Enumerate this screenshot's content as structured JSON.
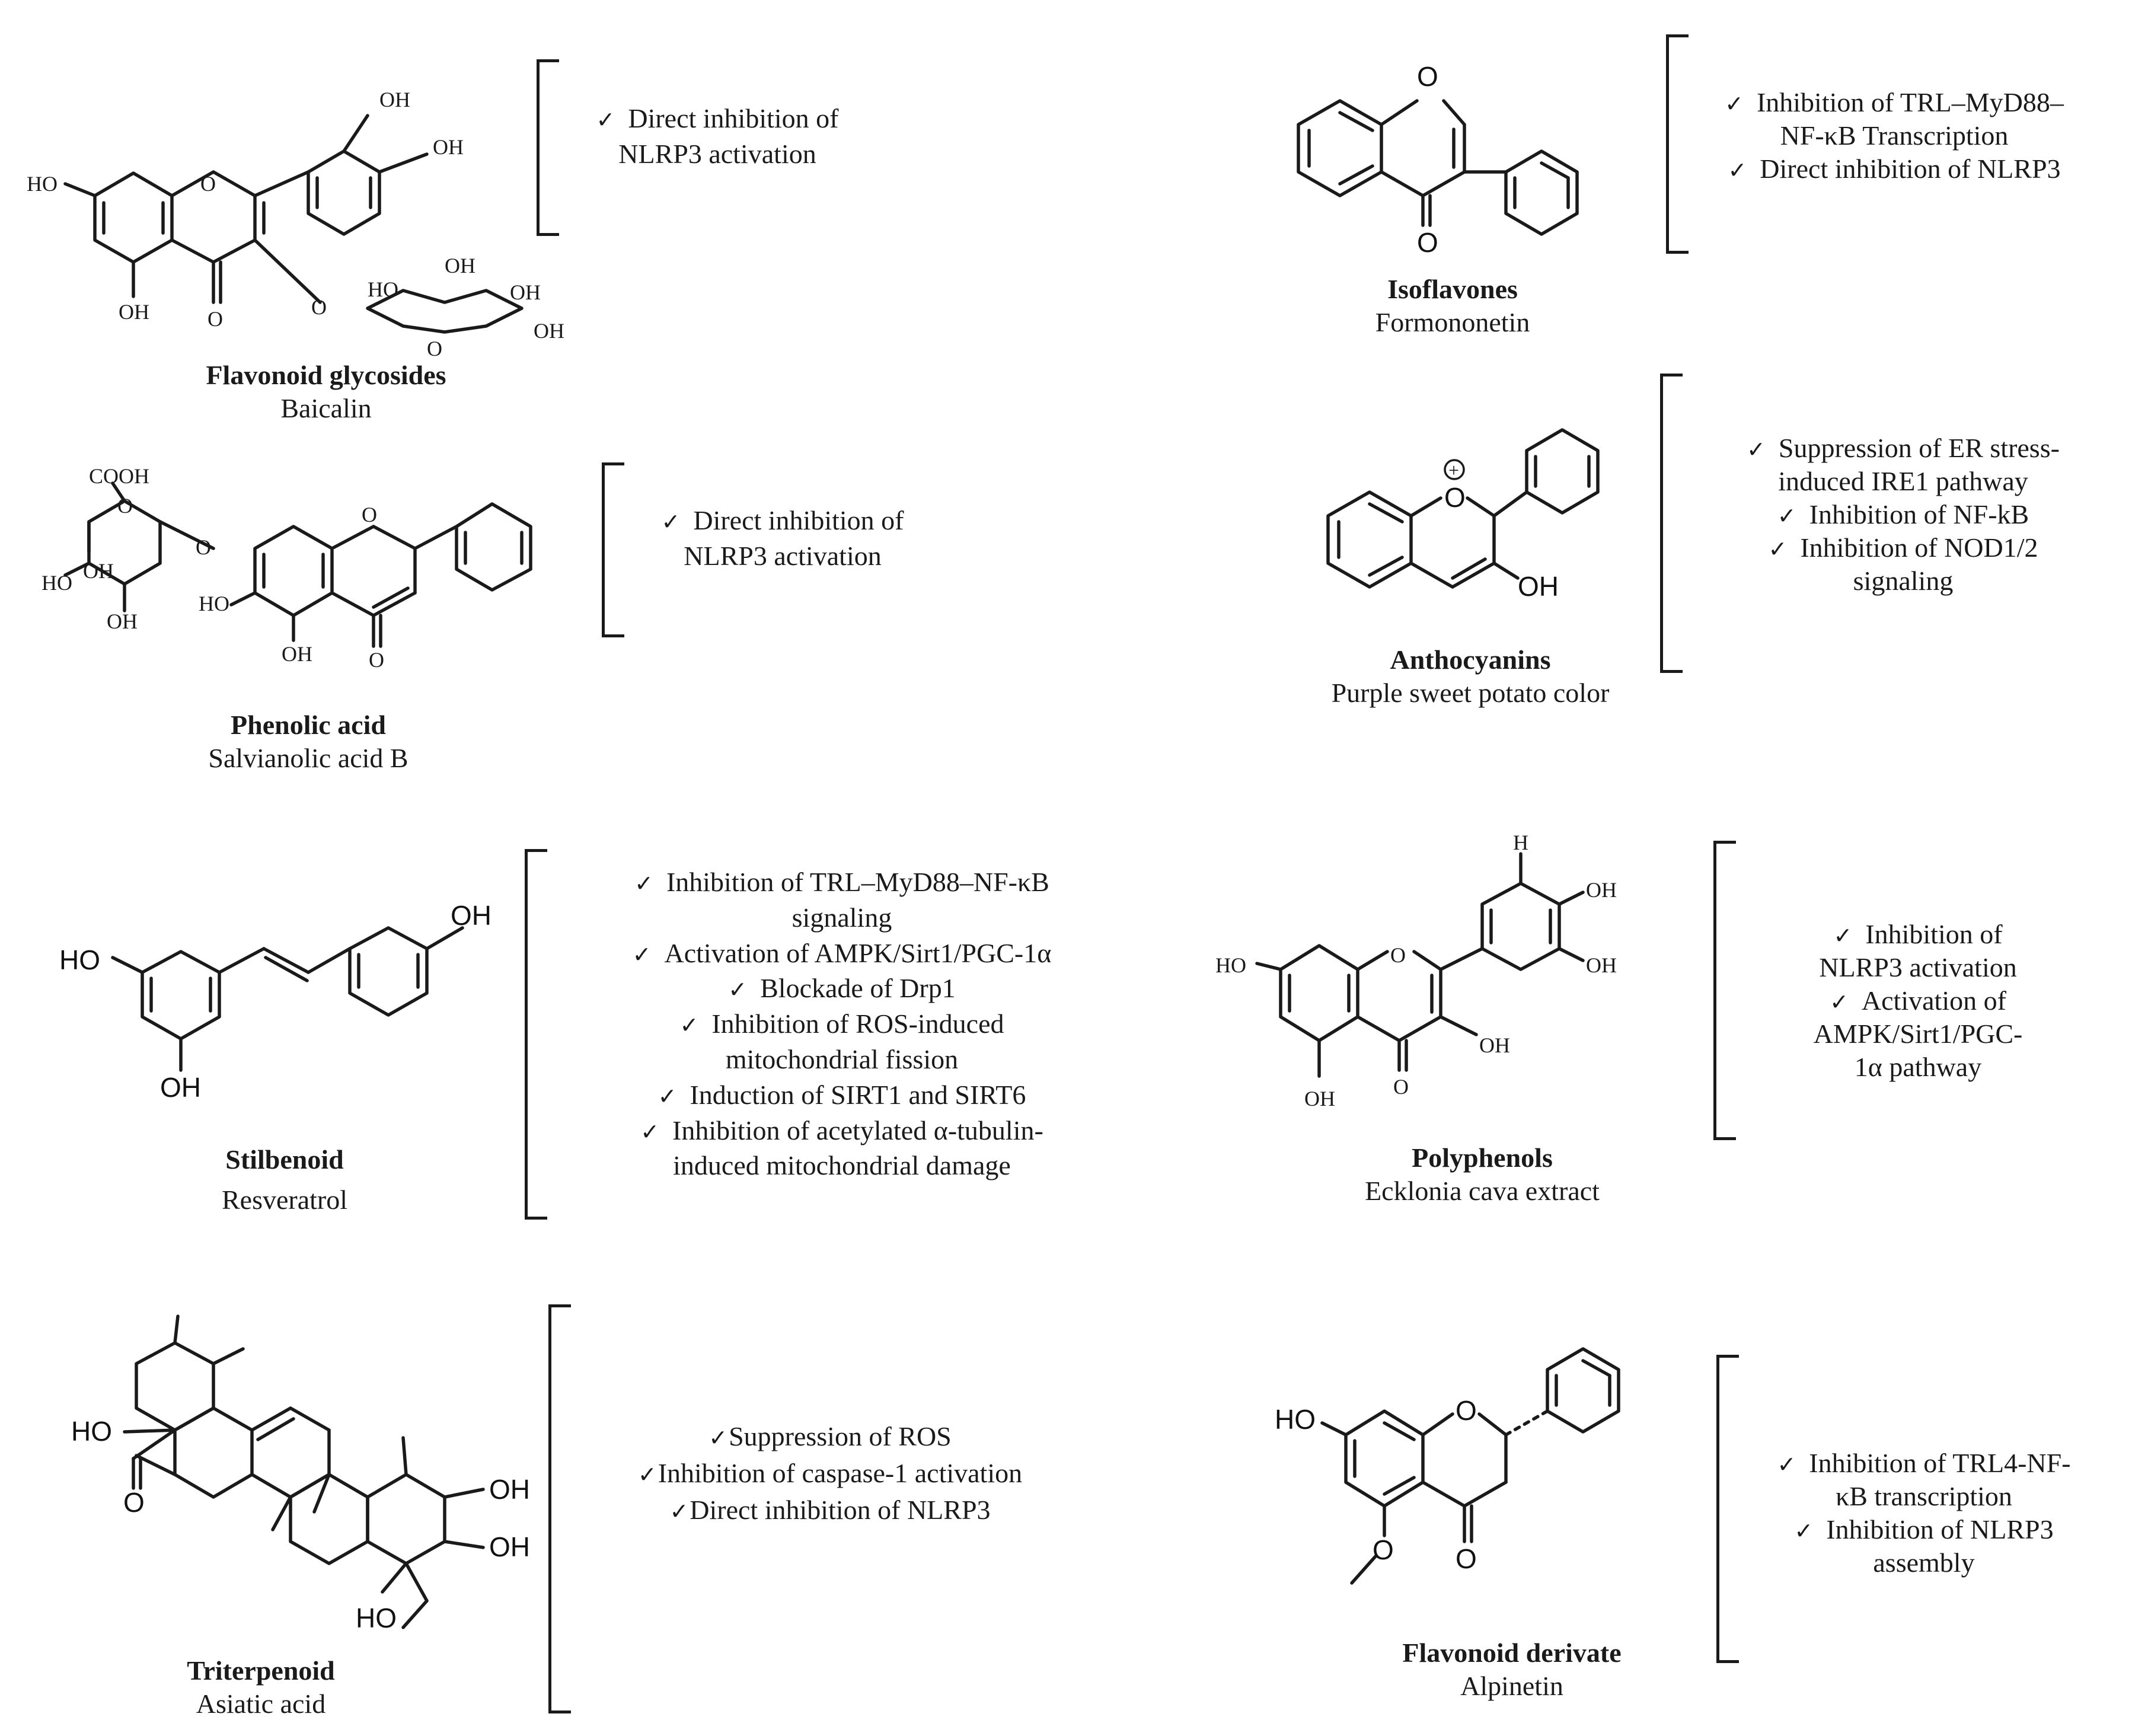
{
  "check": "✓",
  "atoms": {
    "OH": "OH",
    "HO": "HO",
    "O": "O",
    "H": "H",
    "COOH": "COOH",
    "plus": "+"
  },
  "panels": [
    {
      "id": "baicalin",
      "class_name": "Flavonoid  glycosides",
      "compound": "Baicalin",
      "mechanisms": [
        "Direct inhibition of NLRP3 activation"
      ]
    },
    {
      "id": "salvianolic",
      "class_name": "Phenolic acid",
      "compound": "Salvianolic acid B",
      "mechanisms": [
        "Direct inhibition of NLRP3 activation"
      ]
    },
    {
      "id": "resveratrol",
      "class_name": "Stilbenoid",
      "compound": "Resveratrol",
      "mechanisms": [
        "Inhibition of TRL–MyD88–NF-κB signaling",
        "Activation of AMPK/Sirt1/PGC-1α",
        "Blockade of Drp1",
        "Inhibition of ROS-induced mitochondrial fission",
        "Induction of SIRT1 and SIRT6",
        "Inhibition of acetylated α-tubulin-induced mitochondrial damage"
      ]
    },
    {
      "id": "asiatic",
      "class_name": "Triterpenoid",
      "compound": "Asiatic acid",
      "mechanisms": [
        "Suppression of ROS",
        "Inhibition of caspase-1 activation",
        "Direct inhibition of NLRP3"
      ]
    },
    {
      "id": "formononetin",
      "class_name": "Isoflavones",
      "compound": "Formononetin",
      "mechanisms": [
        "Inhibition of TRL–MyD88–NF-κB Transcription",
        "Direct inhibition of NLRP3"
      ]
    },
    {
      "id": "anthocyanin",
      "class_name": "Anthocyanins",
      "compound": "Purple sweet potato color",
      "mechanisms": [
        "Suppression of ER stress-induced IRE1 pathway",
        "Inhibition of NF-kB",
        "Inhibition of  NOD1/2 signaling"
      ]
    },
    {
      "id": "ecklonia",
      "class_name": "Polyphenols",
      "compound": "Ecklonia cava extract",
      "mechanisms": [
        "Inhibition of NLRP3 activation",
        "Activation of AMPK/Sirt1/PGC-1α pathway"
      ]
    },
    {
      "id": "alpinetin",
      "class_name": "Flavonoid  derivate",
      "compound": "Alpinetin",
      "mechanisms": [
        "Inhibition of TRL4-NF-κB transcription",
        "Inhibition of NLRP3 assembly"
      ]
    }
  ]
}
